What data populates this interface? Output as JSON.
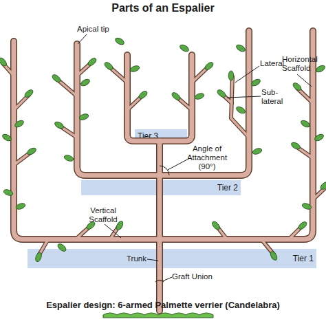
{
  "diagram": {
    "title": "Parts of an Espalier",
    "caption": "Espalier design: 6-armed Palmette verrier (Candelabra)",
    "nodes": [
      {
        "text": [
          "Tier 3"
        ]
      },
      {
        "text": [
          "Tier 2"
        ]
      },
      {
        "text": [
          "Tier 1"
        ]
      }
    ],
    "labels": [
      "Apical tip",
      "Lateral",
      "Sub-lateral",
      "Horizontal Scaffold",
      "Angle of Attachment (90°)",
      "Vertical Scaffold",
      "Trunk",
      "Graft Union"
    ]
  }
}
